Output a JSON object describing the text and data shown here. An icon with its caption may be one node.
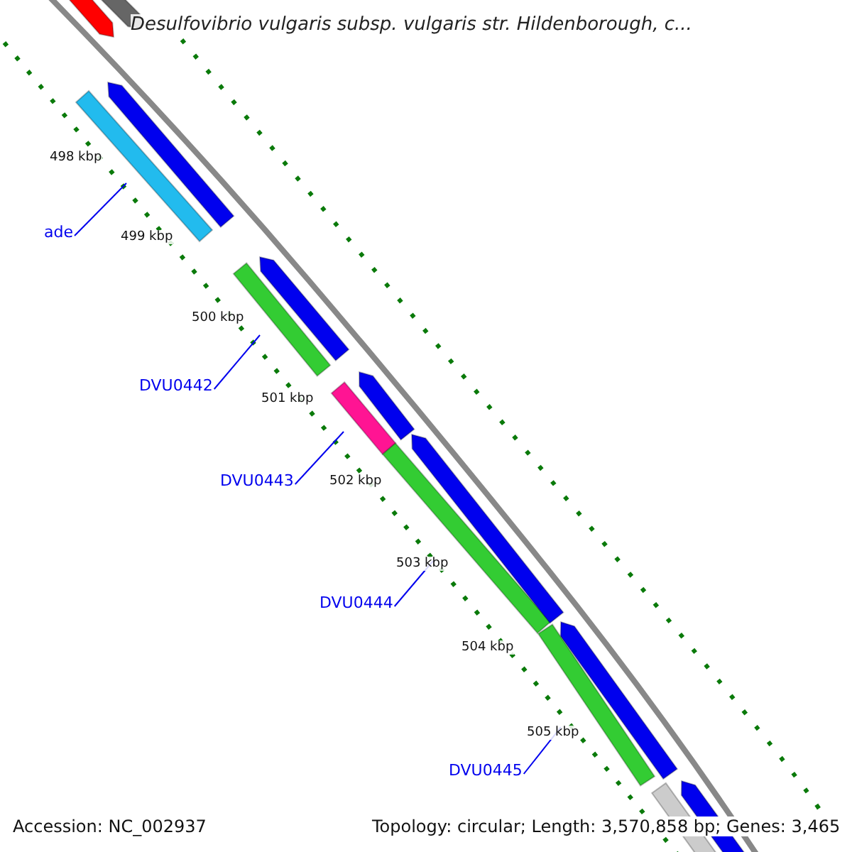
{
  "diagram": {
    "title": "Desulfovibrio vulgaris subsp. vulgaris str. Hildenborough, c...",
    "nodes": [
      {
        "text": [],
        "shape": "bar"
      },
      {
        "text": [],
        "shape": "bar"
      },
      {
        "text": [],
        "shape": "bar"
      },
      {
        "text": [],
        "shape": "bar"
      },
      {
        "text": [
          "ade"
        ]
      },
      {
        "text": [],
        "shape": "bar"
      },
      {
        "text": [],
        "shape": "bar"
      },
      {
        "text": [
          "DVU0442"
        ]
      },
      {
        "text": [],
        "shape": "bar"
      },
      {
        "text": [],
        "shape": "bar"
      },
      {
        "text": [],
        "shape": "bar"
      },
      {
        "text": [],
        "shape": "bar"
      },
      {
        "text": [
          "DVU0443"
        ]
      },
      {
        "text": [
          "DVU0444"
        ]
      },
      {
        "text": [],
        "shape": "bar"
      },
      {
        "text": [],
        "shape": "bar"
      },
      {
        "text": [
          "DVU0445"
        ]
      },
      {
        "text": [],
        "shape": "bar"
      },
      {
        "text": [],
        "shape": "bar"
      }
    ],
    "edges": [
      {
        "from": 4,
        "to": 3,
        "arrow": "none"
      },
      {
        "from": 7,
        "to": 6,
        "arrow": "none"
      },
      {
        "from": 12,
        "to": 9,
        "arrow": "none"
      },
      {
        "from": 13,
        "to": 10,
        "arrow": "none"
      },
      {
        "from": 16,
        "to": 15,
        "arrow": "none"
      }
    ],
    "labels": [
      "498 kbp",
      "499 kbp",
      "500 kbp",
      "501 kbp",
      "502 kbp",
      "503 kbp",
      "504 kbp",
      "505 kbp",
      "Accession: NC_002937",
      "Topology: circular; Length: 3,570,858 bp; Genes: 3,465"
    ]
  }
}
